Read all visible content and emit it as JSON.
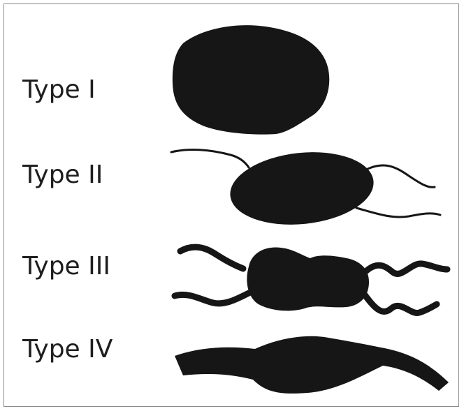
{
  "labels": {
    "type_1": "Type I",
    "type_2": "Type II",
    "type_3": "Type III",
    "type_4": "Type IV"
  },
  "colors": {
    "shape_fill": "#161616",
    "label_text": "#1e1e1e",
    "border": "#8a8a8a"
  }
}
